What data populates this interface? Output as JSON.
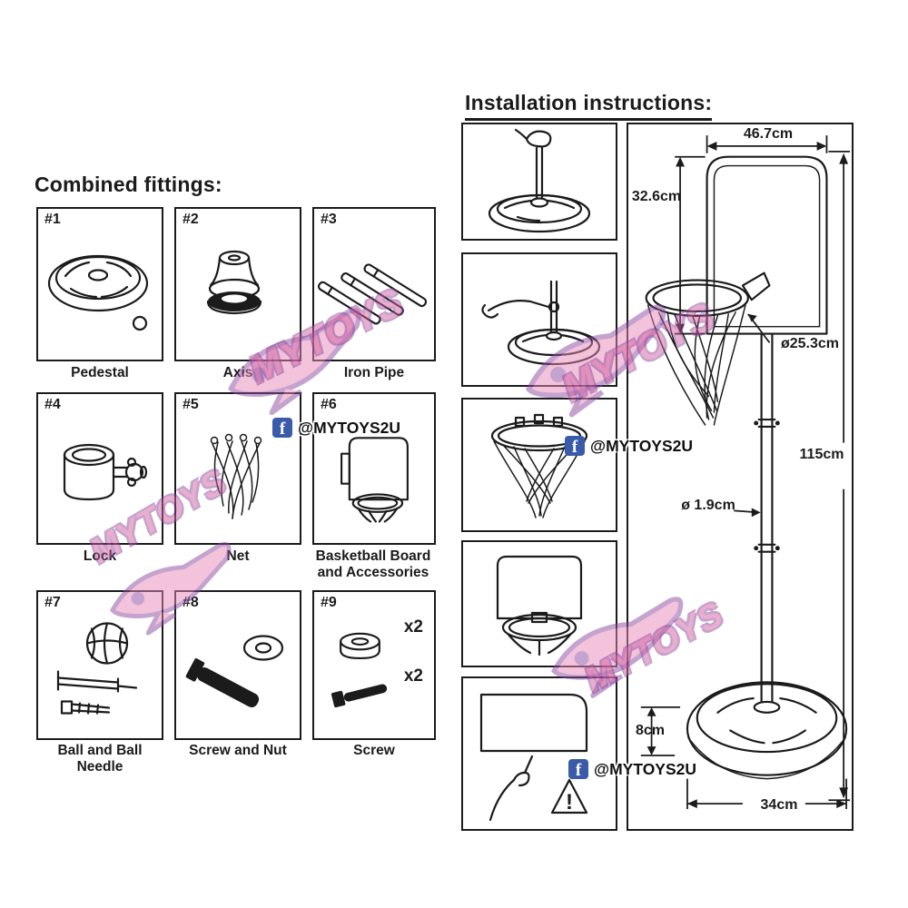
{
  "combined": {
    "title": "Combined fittings:",
    "parts": [
      {
        "num": "#1",
        "label": "Pedestal"
      },
      {
        "num": "#2",
        "label": "Axis"
      },
      {
        "num": "#3",
        "label": "Iron Pipe"
      },
      {
        "num": "#4",
        "label": "Lock"
      },
      {
        "num": "#5",
        "label": "Net"
      },
      {
        "num": "#6",
        "label": "Basketball Board and Accessories"
      },
      {
        "num": "#7",
        "label": "Ball and Ball Needle"
      },
      {
        "num": "#8",
        "label": "Screw and Nut"
      },
      {
        "num": "#9",
        "label": "Screw"
      }
    ],
    "qty_washer": "x2",
    "qty_screw": "x2"
  },
  "installation": {
    "title": "Installation instructions:",
    "warning_mark": "!"
  },
  "dimensions": {
    "board_width": "46.7cm",
    "board_height": "32.6cm",
    "hoop_diameter": "ø25.3cm",
    "total_height": "115cm",
    "pole_diameter": "ø 1.9cm",
    "base_height": "8cm",
    "base_width": "34cm"
  },
  "watermark": {
    "brand": "MYTOYS",
    "fb_icon": "f",
    "fb_handle": "@MYTOYS2U"
  },
  "colors": {
    "ink": "#1b1b1b",
    "watermark_pink": "#d55f9c",
    "watermark_purple": "#8a4aa0",
    "facebook_blue": "#3a5ba9"
  }
}
